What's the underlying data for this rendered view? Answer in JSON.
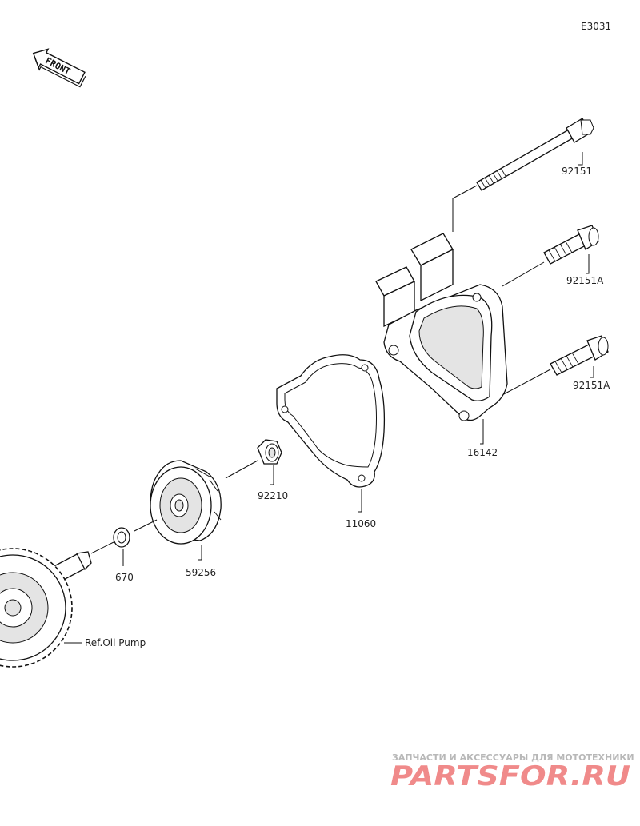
{
  "diagram_code": "E3031",
  "front_label": "FRONT",
  "parts": {
    "bolt_long": "92151",
    "bolt_upper": "92151A",
    "bolt_lower": "92151A",
    "housing": "16142",
    "gasket": "11060",
    "nut": "92210",
    "impeller": "59256",
    "washer": "670"
  },
  "reference": "Ref.Oil Pump",
  "watermark": {
    "tagline": "ЗАПЧАСТИ И АКСЕССУАРЫ ДЛЯ МОТОТЕХНИКИ",
    "site": "PARTSFOR.RU"
  }
}
